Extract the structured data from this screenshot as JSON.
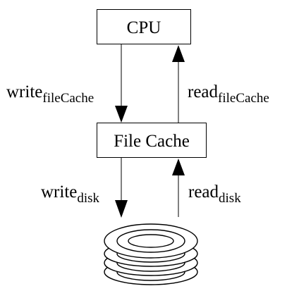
{
  "nodes": {
    "cpu": {
      "label": "CPU"
    },
    "file_cache": {
      "label": "File Cache"
    },
    "disk": {
      "icon": "disk-stack-icon"
    }
  },
  "edges": {
    "write_file_cache": {
      "base": "write",
      "sub": "fileCache"
    },
    "read_file_cache": {
      "base": "read",
      "sub": "fileCache"
    },
    "write_disk": {
      "base": "write",
      "sub": "disk"
    },
    "read_disk": {
      "base": "read",
      "sub": "disk"
    }
  },
  "colors": {
    "stroke": "#000000",
    "background": "#ffffff"
  }
}
